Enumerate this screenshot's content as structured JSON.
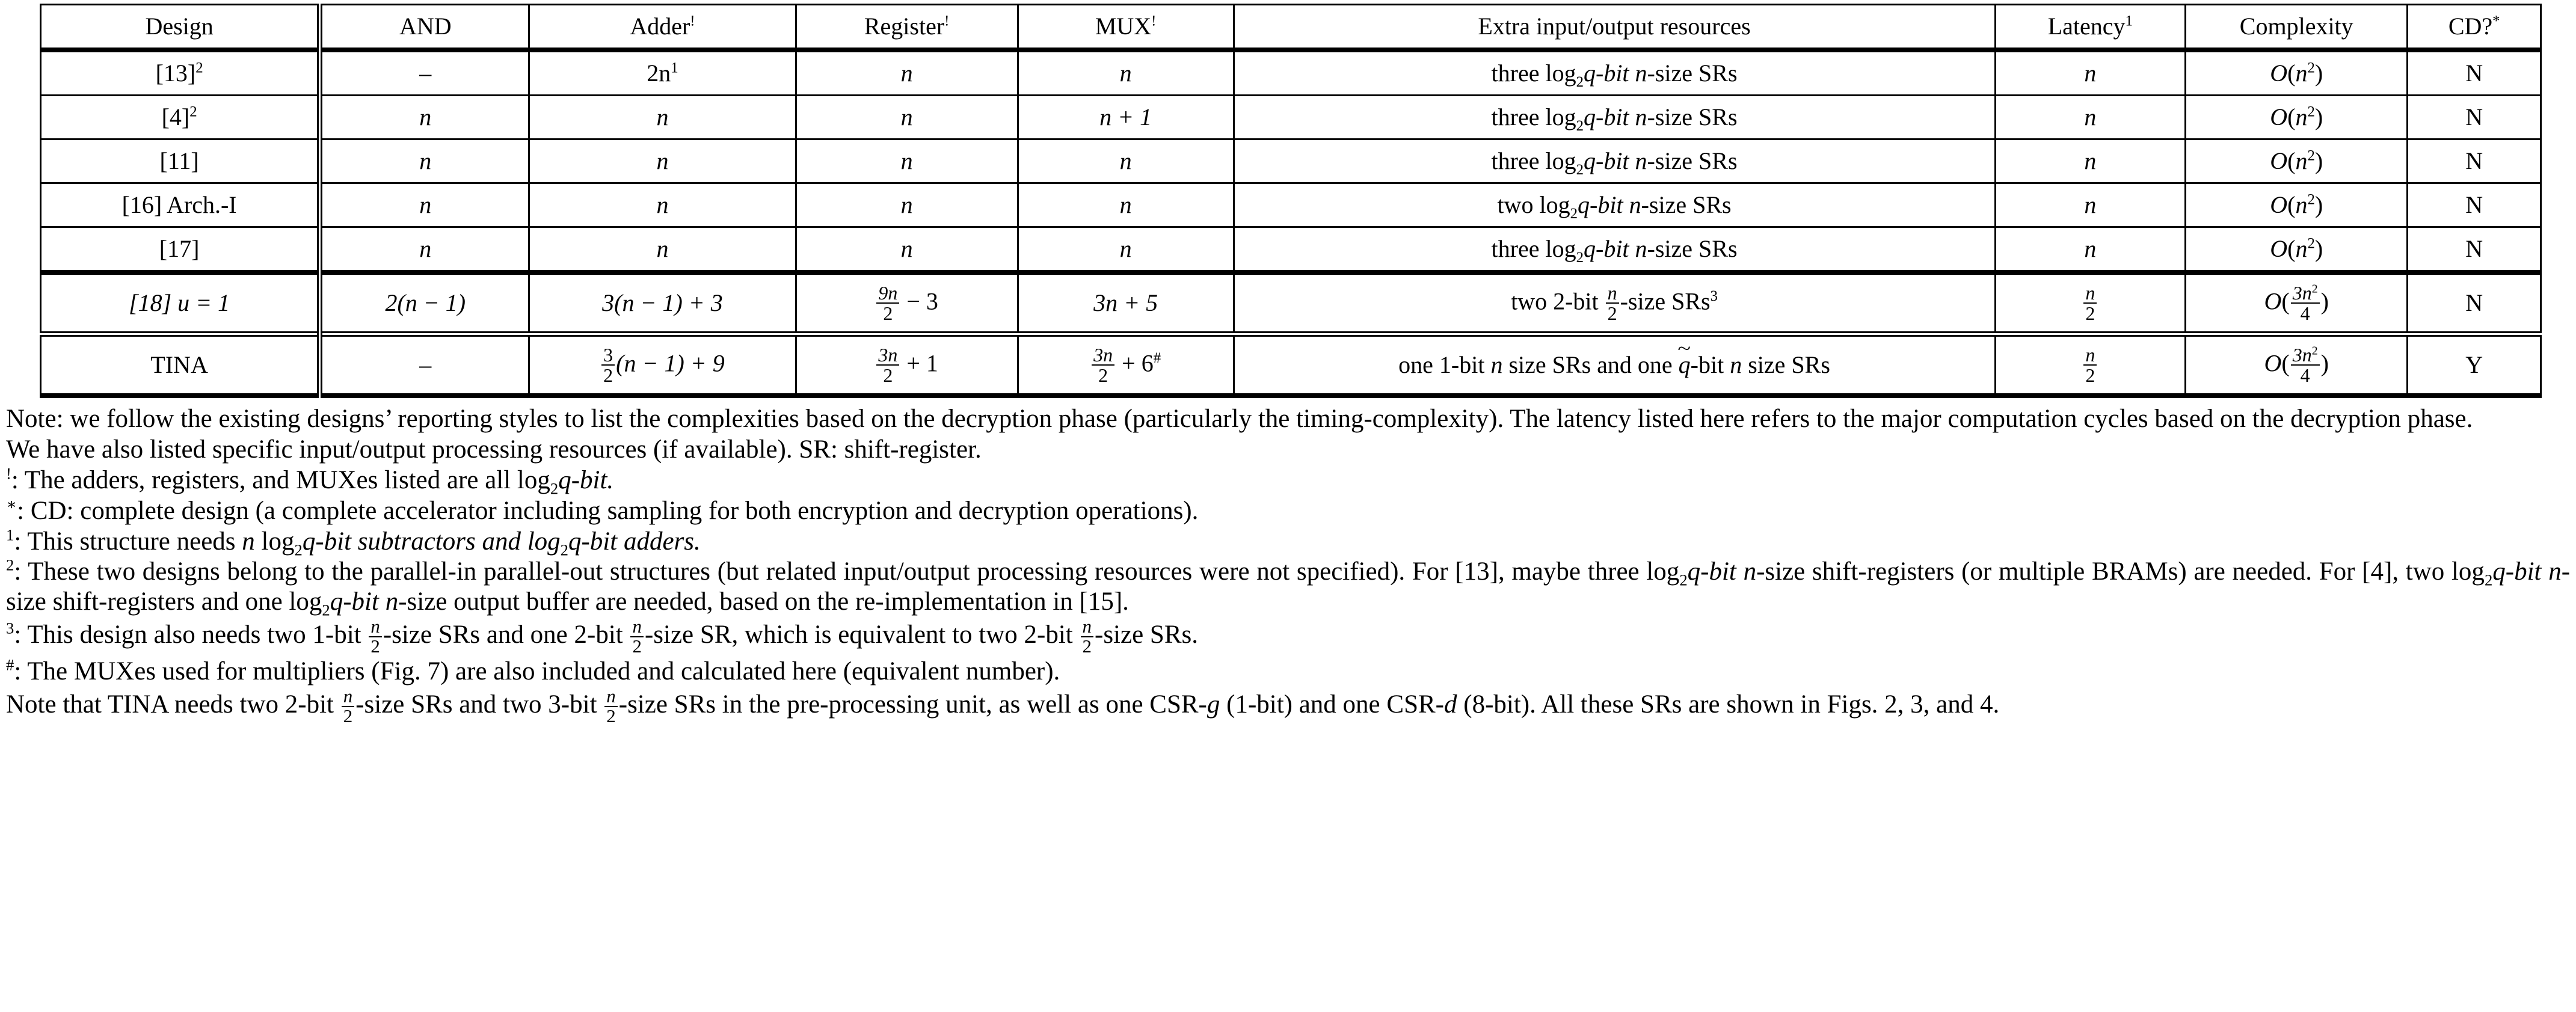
{
  "table": {
    "headers": [
      "Design",
      "AND",
      "Adder",
      "Register",
      "MUX",
      "Extra input/output resources",
      "Latency",
      "Complexity",
      "CD?"
    ],
    "header_marks": {
      "adder": "!",
      "register": "!",
      "mux": "!",
      "latency": "1",
      "cd": "*"
    },
    "rows": [
      {
        "design": "[13]",
        "design_sup": "2",
        "and": "–",
        "adder_plain": "2n",
        "adder_sup": "1",
        "register": "n",
        "mux": "n",
        "extra_prefix": "three log",
        "extra_sub": "2",
        "extra_mid": "q-bit ",
        "extra_var": "n",
        "extra_suffix": "-size SRs",
        "latency": "n",
        "complexity_var": "n",
        "complexity_exp": "2",
        "cd": "N"
      },
      {
        "design": "[4]",
        "design_sup": "2",
        "and": "n",
        "adder_plain": "n",
        "adder_sup": "",
        "register": "n",
        "mux": "n + 1",
        "extra_prefix": "three log",
        "extra_sub": "2",
        "extra_mid": "q-bit ",
        "extra_var": "n",
        "extra_suffix": "-size SRs",
        "latency": "n",
        "complexity_var": "n",
        "complexity_exp": "2",
        "cd": "N"
      },
      {
        "design": "[11]",
        "design_sup": "",
        "and": "n",
        "adder_plain": "n",
        "adder_sup": "",
        "register": "n",
        "mux": "n",
        "extra_prefix": "three log",
        "extra_sub": "2",
        "extra_mid": "q-bit ",
        "extra_var": "n",
        "extra_suffix": "-size SRs",
        "latency": "n",
        "complexity_var": "n",
        "complexity_exp": "2",
        "cd": "N"
      },
      {
        "design": "[16] Arch.-I",
        "design_sup": "",
        "and": "n",
        "adder_plain": "n",
        "adder_sup": "",
        "register": "n",
        "mux": "n",
        "extra_prefix": "two log",
        "extra_sub": "2",
        "extra_mid": "q-bit ",
        "extra_var": "n",
        "extra_suffix": "-size SRs",
        "latency": "n",
        "complexity_var": "n",
        "complexity_exp": "2",
        "cd": "N"
      },
      {
        "design": "[17]",
        "design_sup": "",
        "and": "n",
        "adder_plain": "n",
        "adder_sup": "",
        "register": "n",
        "mux": "n",
        "extra_prefix": "three log",
        "extra_sub": "2",
        "extra_mid": "q-bit ",
        "extra_var": "n",
        "extra_suffix": "-size SRs",
        "latency": "n",
        "complexity_var": "n",
        "complexity_exp": "2",
        "cd": "N"
      }
    ],
    "row_u1": {
      "design": "[18] u = 1",
      "and": "2(n − 1)",
      "adder": "3(n − 1) + 3",
      "register_num": "9n",
      "register_den": "2",
      "register_tail": "− 3",
      "mux": "3n + 5",
      "extra_pre": "two 2-bit ",
      "extra_num": "n",
      "extra_den": "2",
      "extra_post": "-size SRs",
      "extra_sup": "3",
      "latency_num": "n",
      "latency_den": "2",
      "complexity_num": "3n",
      "complexity_exp": "2",
      "complexity_den": "4",
      "cd": "N"
    },
    "row_tina": {
      "design": "TINA",
      "and": "–",
      "adder_num": "3",
      "adder_den": "2",
      "adder_tail": "(n − 1) + 9",
      "register_num": "3n",
      "register_den": "2",
      "register_tail": "+ 1",
      "mux_num": "3n",
      "mux_den": "2",
      "mux_tail": "+ 6",
      "mux_sup": "#",
      "extra_a": "one 1-bit ",
      "extra_var1": "n",
      "extra_b": " size SRs and one ",
      "extra_var2": "q",
      "extra_c": "-bit ",
      "extra_var3": "n",
      "extra_d": " size SRs",
      "latency_num": "n",
      "latency_den": "2",
      "complexity_num": "3n",
      "complexity_exp": "2",
      "complexity_den": "4",
      "cd": "Y"
    }
  },
  "notes": {
    "note_main_a": "Note: we follow the existing designs’ reporting styles to list the complexities based on the decryption phase (particularly the timing-complexity). The latency listed here refers to the major computation cycles based on the decryption phase.",
    "note_sr": "We have also listed specific input/output processing resources (if available). SR: shift-register.",
    "fn_excl_mark": "!",
    "fn_excl_a": ": The adders, registers, and MUXes listed are all log",
    "fn_excl_sub": "2",
    "fn_excl_b": "q-bit.",
    "fn_star_mark": "∗",
    "fn_star_text": ": CD: complete design (a complete accelerator including sampling for both encryption and decryption operations).",
    "fn_1_mark": "1",
    "fn_1_a": ": This structure needs ",
    "fn_1_var": "n",
    "fn_1_b": " log",
    "fn_1_sub1": "2",
    "fn_1_c": "q-bit subtractors and log",
    "fn_1_sub2": "2",
    "fn_1_d": "q-bit adders.",
    "fn_2_mark": "2",
    "fn_2_a": ": These two designs belong to the parallel-in parallel-out structures (but related input/output processing resources were not specified). For [13], maybe three log",
    "fn_2_sub1": "2",
    "fn_2_b": "q-bit ",
    "fn_2_var1": "n",
    "fn_2_c": "-size shift-registers (or multiple BRAMs) are needed. For [4], two log",
    "fn_2_sub2": "2",
    "fn_2_d": "q-bit ",
    "fn_2_var2": "n",
    "fn_2_e": "-size shift-registers and one log",
    "fn_2_sub3": "2",
    "fn_2_f": "q-bit ",
    "fn_2_var3": "n",
    "fn_2_g": "-size output buffer are needed, based on the re-implementation in [15].",
    "fn_3_mark": "3",
    "fn_3_a": ": This design also needs two 1-bit ",
    "fn_3_num1": "n",
    "fn_3_den1": "2",
    "fn_3_b": "-size SRs and one 2-bit ",
    "fn_3_num2": "n",
    "fn_3_den2": "2",
    "fn_3_c": "-size SR, which is equivalent to two 2-bit ",
    "fn_3_num3": "n",
    "fn_3_den3": "2",
    "fn_3_d": "-size SRs.",
    "fn_hash_mark": "#",
    "fn_hash_text": ": The MUXes used for multipliers (Fig. 7) are also included and calculated here (equivalent number).",
    "note_tina_a": "Note that TINA needs two 2-bit ",
    "note_tina_num1": "n",
    "note_tina_den1": "2",
    "note_tina_b": "-size SRs and two 3-bit ",
    "note_tina_num2": "n",
    "note_tina_den2": "2",
    "note_tina_c": "-size SRs in the pre-processing unit, as well as one CSR-",
    "note_tina_g": "g",
    "note_tina_d": " (1-bit) and one CSR-",
    "note_tina_dd": "d",
    "note_tina_e": " (8-bit). All these SRs are shown in Figs. 2, 3, and 4."
  }
}
